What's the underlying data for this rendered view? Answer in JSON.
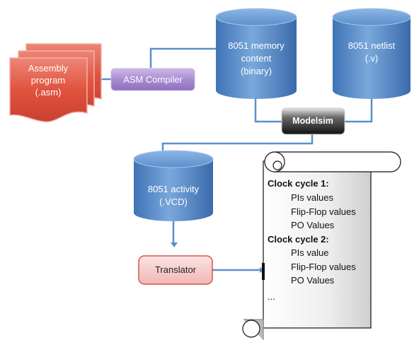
{
  "nodes": {
    "assembly": {
      "line1": "Assembly",
      "line2": "program",
      "line3": "(.asm)"
    },
    "compiler": {
      "label": "ASM Compiler"
    },
    "memory": {
      "line1": "8051 memory",
      "line2": "content",
      "line3": "(binary)"
    },
    "netlist": {
      "line1": "8051 netlist",
      "line2": "(.v)"
    },
    "modelsim": {
      "label": "Modelsim"
    },
    "activity": {
      "line1": "8051  activity",
      "line2": "(.VCD)"
    },
    "translator": {
      "label": "Translator"
    }
  },
  "scroll": {
    "cycle1_title": "Clock cycle 1:",
    "cycle1_items": [
      "PIs values",
      "Flip-Flop values",
      "PO Values"
    ],
    "cycle2_title": "Clock cycle 2:",
    "cycle2_items": [
      "PIs value",
      "Flip-Flop values",
      "PO Values"
    ],
    "ellipsis": "..."
  },
  "colors": {
    "assembly_fill": "#e0533f",
    "compiler_fill": "#a98bd0",
    "cylinder_fill": "#4f86c6",
    "modelsim_fill": "#1e1e1e",
    "translator_fill": "#f6c9c9",
    "connector": "#5b8fcc"
  }
}
